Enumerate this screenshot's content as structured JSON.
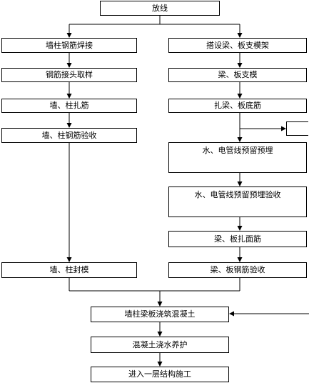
{
  "flowchart": {
    "start": "放线",
    "left": {
      "step1": "墙柱钢筋焊接",
      "step2": "钢筋接头取样",
      "step3": "墙、柱扎筋",
      "step4": "墙、柱钢筋验收",
      "step5": "墙、柱封模"
    },
    "right": {
      "step1": "搭设梁、板支模架",
      "step2": "梁、板支模",
      "step3": "扎梁、板底筋",
      "step4": "水、电管线预留预埋",
      "step5": "水、电管线预留预埋验收",
      "step6": "梁、板扎面筋",
      "step7": "梁、板钢筋验收"
    },
    "merge1": "墙柱梁板浇筑混凝土",
    "merge2": "混凝土浇水养护",
    "merge3": "进入一层结构施工"
  }
}
